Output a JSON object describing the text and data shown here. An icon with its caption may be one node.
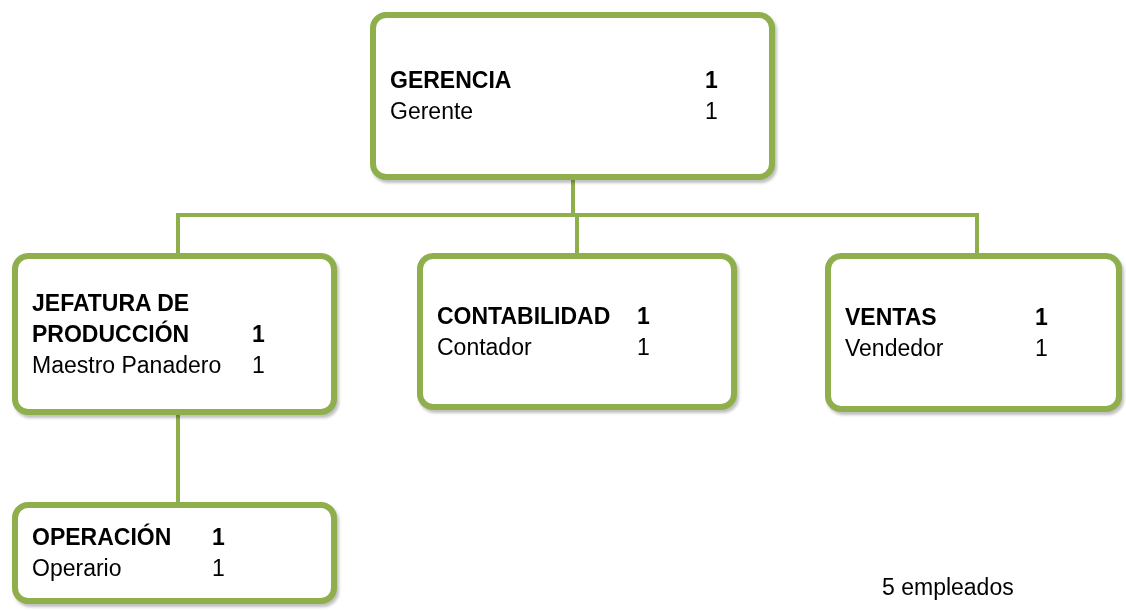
{
  "diagram": {
    "nodes": [
      {
        "text": [
          "GERENCIA",
          "1",
          "Gerente",
          "1"
        ]
      },
      {
        "text": [
          "JEFATURA DE PRODUCCIÓN",
          "1",
          "Maestro Panadero",
          "1"
        ]
      },
      {
        "text": [
          "CONTABILIDAD",
          "1",
          "Contador",
          "1"
        ]
      },
      {
        "text": [
          "VENTAS",
          "1",
          "Vendedor",
          "1"
        ]
      },
      {
        "text": [
          "OPERACIÓN",
          "1",
          "Operario",
          "1"
        ]
      }
    ],
    "edges": [
      {
        "from": 0,
        "to": 1,
        "arrow": "none"
      },
      {
        "from": 0,
        "to": 2,
        "arrow": "none"
      },
      {
        "from": 0,
        "to": 3,
        "arrow": "none"
      },
      {
        "from": 1,
        "to": 4,
        "arrow": "none"
      }
    ],
    "labels": [
      "5 empleados"
    ]
  }
}
